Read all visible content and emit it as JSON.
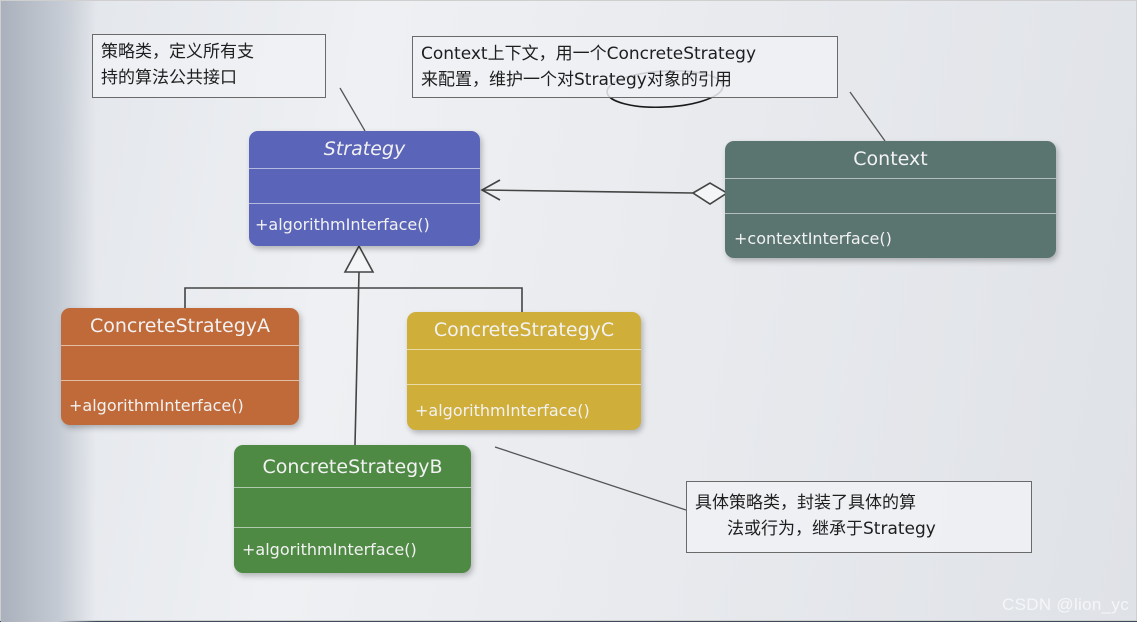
{
  "classes": {
    "strategy": {
      "name": "Strategy",
      "method": "+algorithmInterface()",
      "color": "#5a64b8"
    },
    "context": {
      "name": "Context",
      "method": "+contextInterface()",
      "color": "#5a7470"
    },
    "concrete_a": {
      "name": "ConcreteStrategyA",
      "method": "+algorithmInterface()",
      "color": "#c06a3a"
    },
    "concrete_b": {
      "name": "ConcreteStrategyB",
      "method": "+algorithmInterface()",
      "color": "#4f8a45"
    },
    "concrete_c": {
      "name": "ConcreteStrategyC",
      "method": "+algorithmInterface()",
      "color": "#cfae3a"
    }
  },
  "notes": {
    "strategy_note": {
      "line1": "策略类，定义所有支",
      "line2": "持的算法公共接口"
    },
    "context_note": {
      "line1": "Context上下文，用一个ConcreteStrategy",
      "line2": "来配置，维护一个对Strategy对象的引用"
    },
    "concrete_note": {
      "line1": "具体策略类，封装了具体的算",
      "line2": "法或行为，继承于Strategy"
    }
  },
  "watermark": "CSDN @lion_yc"
}
